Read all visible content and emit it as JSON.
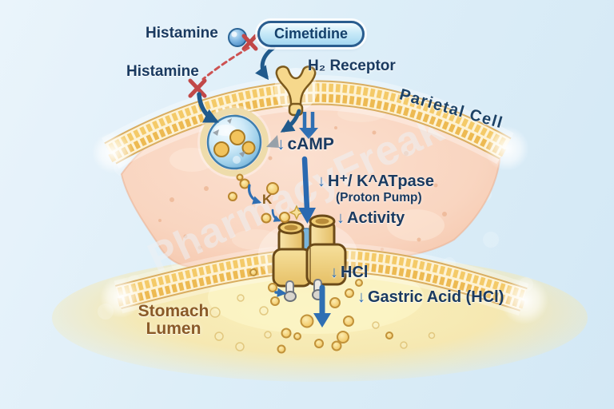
{
  "watermark": "PharmacyFreak",
  "top": {
    "histamine_label": "Histamine",
    "drug_label": "Cimetidine",
    "histamine_blocked_label": "Histamine",
    "receptor_label": "H₂ Receptor",
    "cell_label": "Parietal Cell"
  },
  "pathway": {
    "camp": {
      "arrow": "↓",
      "text": "cAMP"
    },
    "atpase": {
      "arrow": "↓",
      "text": "H⁺/ K^ATpase"
    },
    "atpase_sub": "(Proton Pump)",
    "activity": {
      "arrow": "↓",
      "text": "Activity"
    },
    "potassium": "K",
    "hcl": {
      "arrow": "↓",
      "text": "HCl"
    },
    "gastric_acid": {
      "arrow": "↓",
      "text": "Gastric Acid (HCl)"
    }
  },
  "lumen": {
    "line1": "Stomach",
    "line2": "Lumen"
  },
  "colors": {
    "background": "#ddeef8",
    "navy_text": "#1a3a60",
    "blue_arrow": "#2f6fb3",
    "dark_arrow": "#205a8c",
    "membrane_gold": "#f2c45f",
    "membrane_cream": "#fdf2d4",
    "cell_pink": "#f9d5c0",
    "lumen_cream": "#f8ecb4",
    "blocked_red": "#c14848",
    "lumen_text_brown": "#8a5a28",
    "pill_fill": "#bfe4f6",
    "pill_border": "#2a5d8f"
  }
}
